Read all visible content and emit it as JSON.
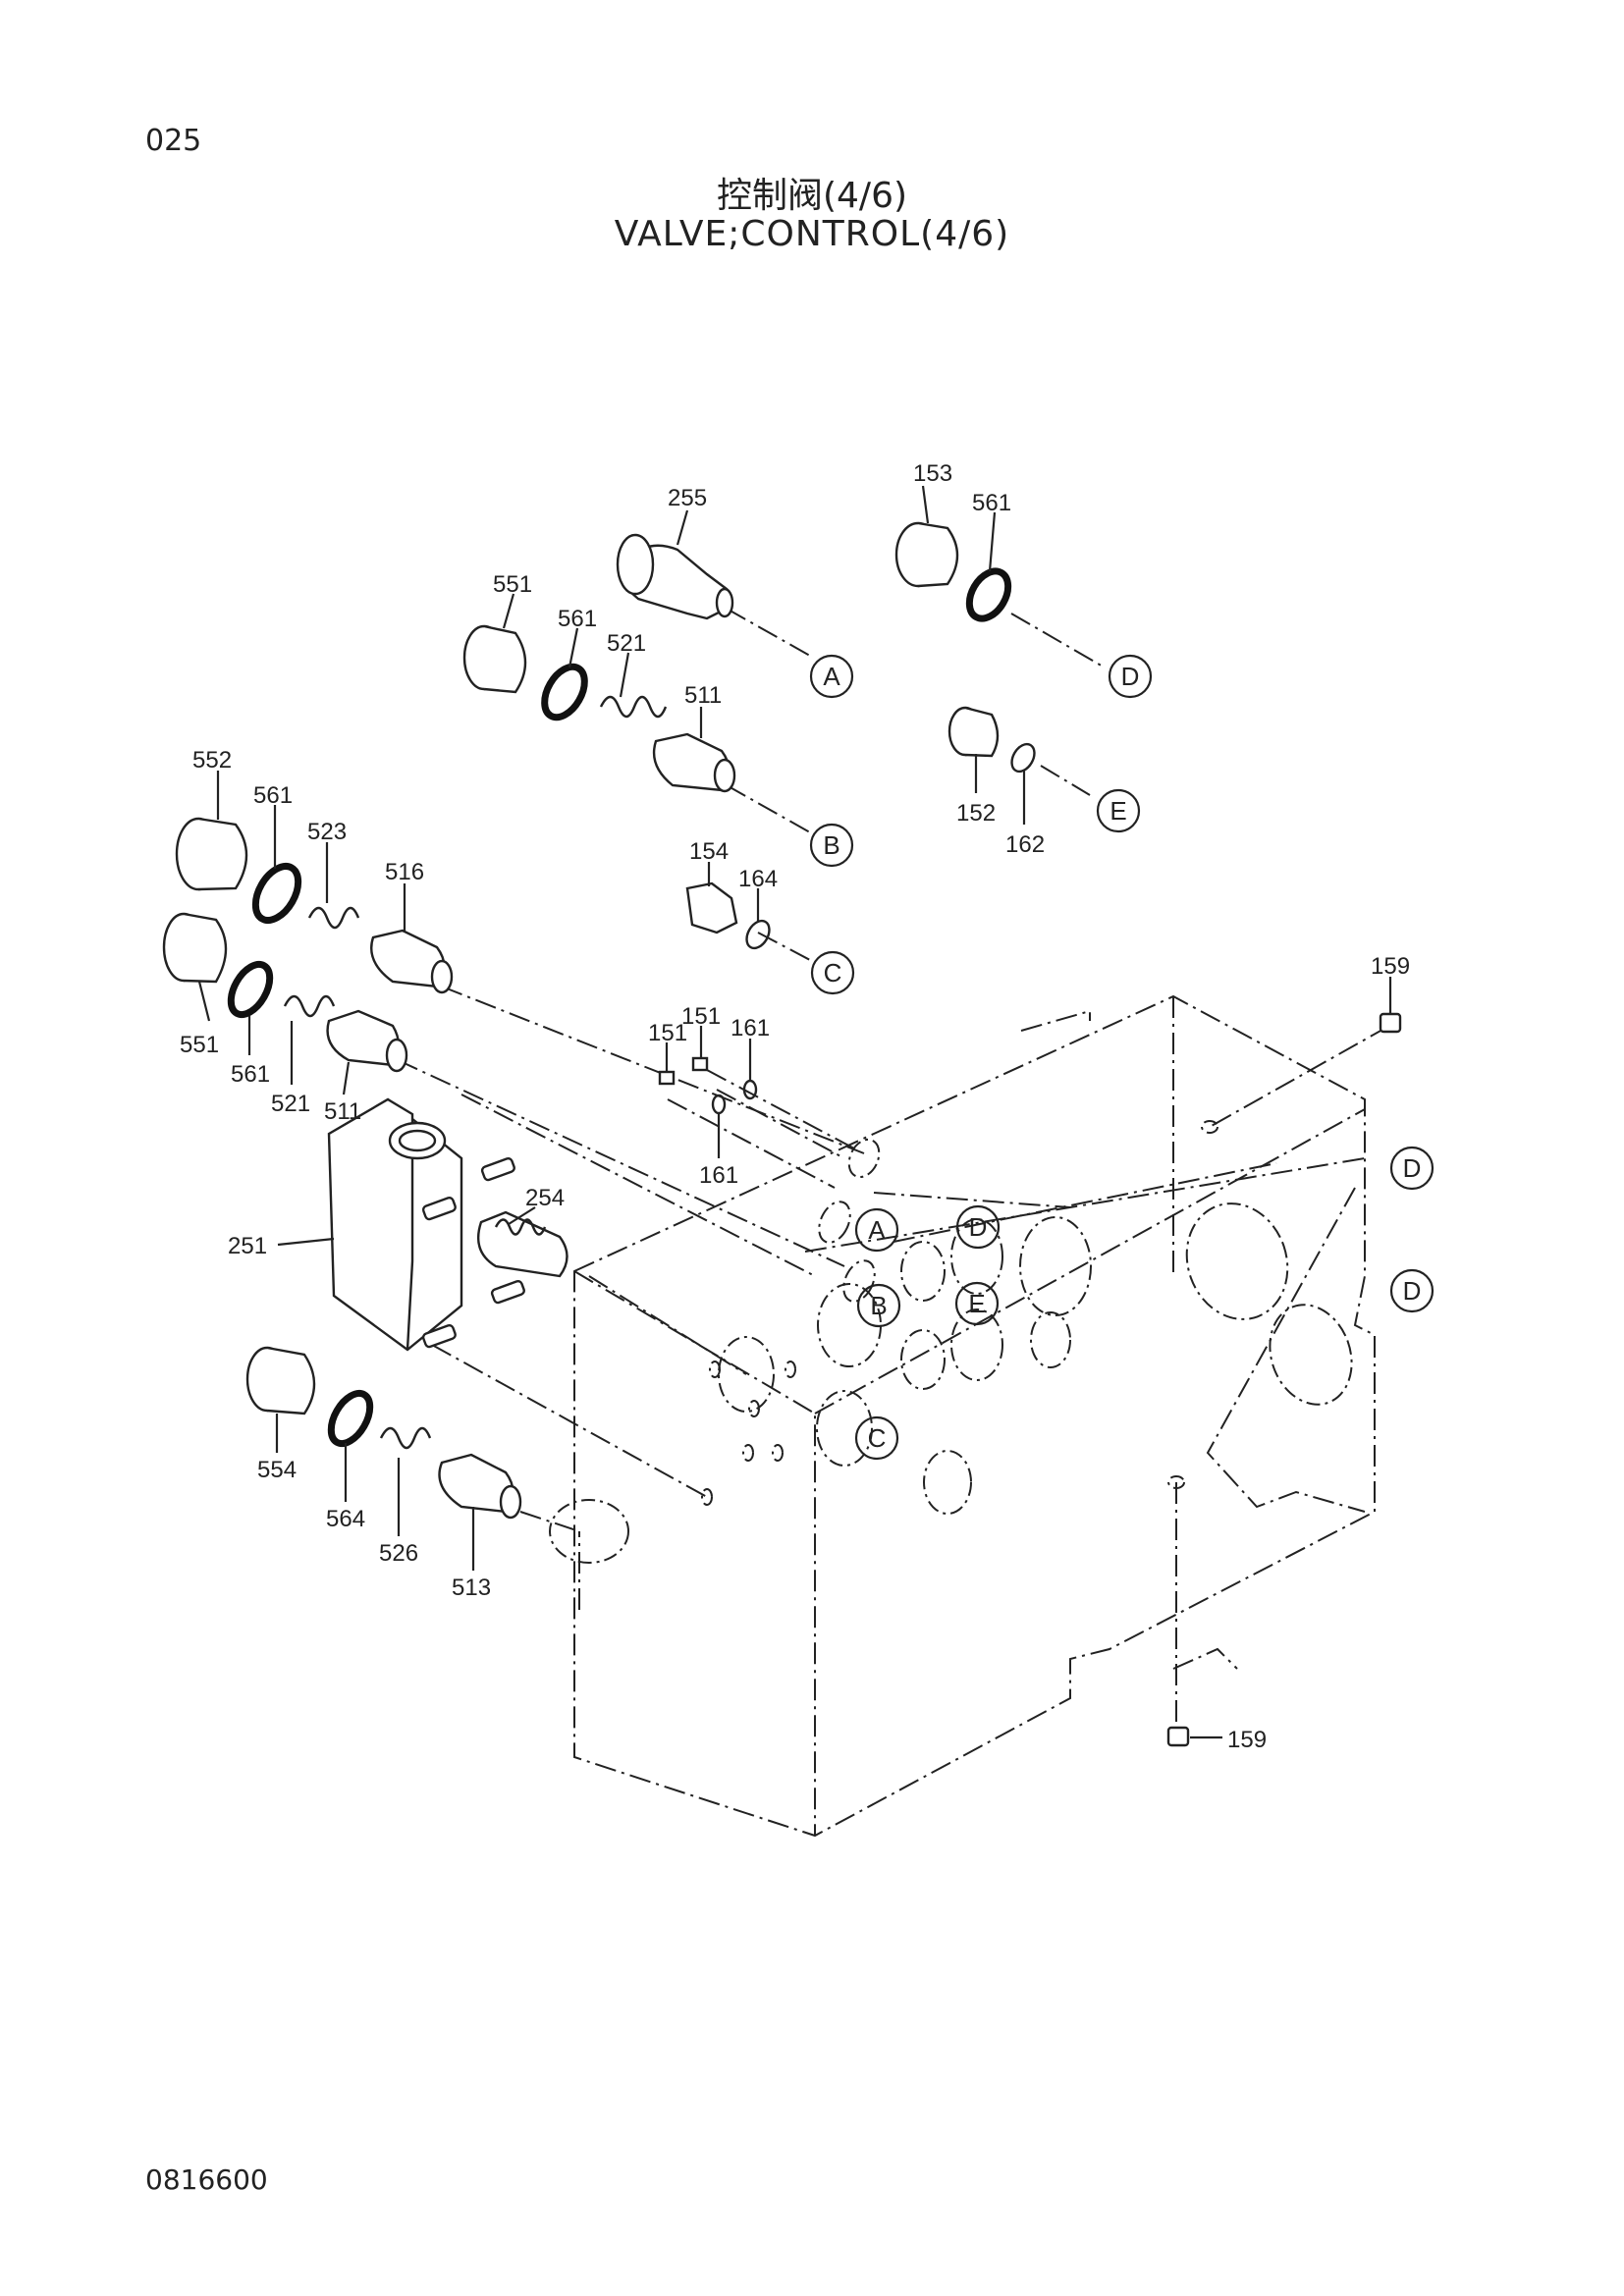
{
  "page": {
    "number": "025",
    "title_cn": "控制阀(4/6)",
    "title_en": "VALVE;CONTROL(4/6)",
    "document_code": "0816600"
  },
  "callouts": {
    "c255": "255",
    "c153": "153",
    "c561a": "561",
    "c551a": "551",
    "c561b": "561",
    "c521a": "521",
    "c511a": "511",
    "c152": "152",
    "c162": "162",
    "c552": "552",
    "c561c": "561",
    "c523": "523",
    "c516": "516",
    "c154": "154",
    "c164": "164",
    "c551b": "551",
    "c561d": "561",
    "c521b": "521",
    "c511b": "511",
    "c151a": "151",
    "c151b": "151",
    "c161a": "161",
    "c161b": "161",
    "c159a": "159",
    "c159b": "159",
    "c254": "254",
    "c251": "251",
    "c554": "554",
    "c564": "564",
    "c526": "526",
    "c513": "513"
  },
  "tags": {
    "A": "A",
    "B": "B",
    "C": "C",
    "D": "D",
    "E": "E"
  }
}
